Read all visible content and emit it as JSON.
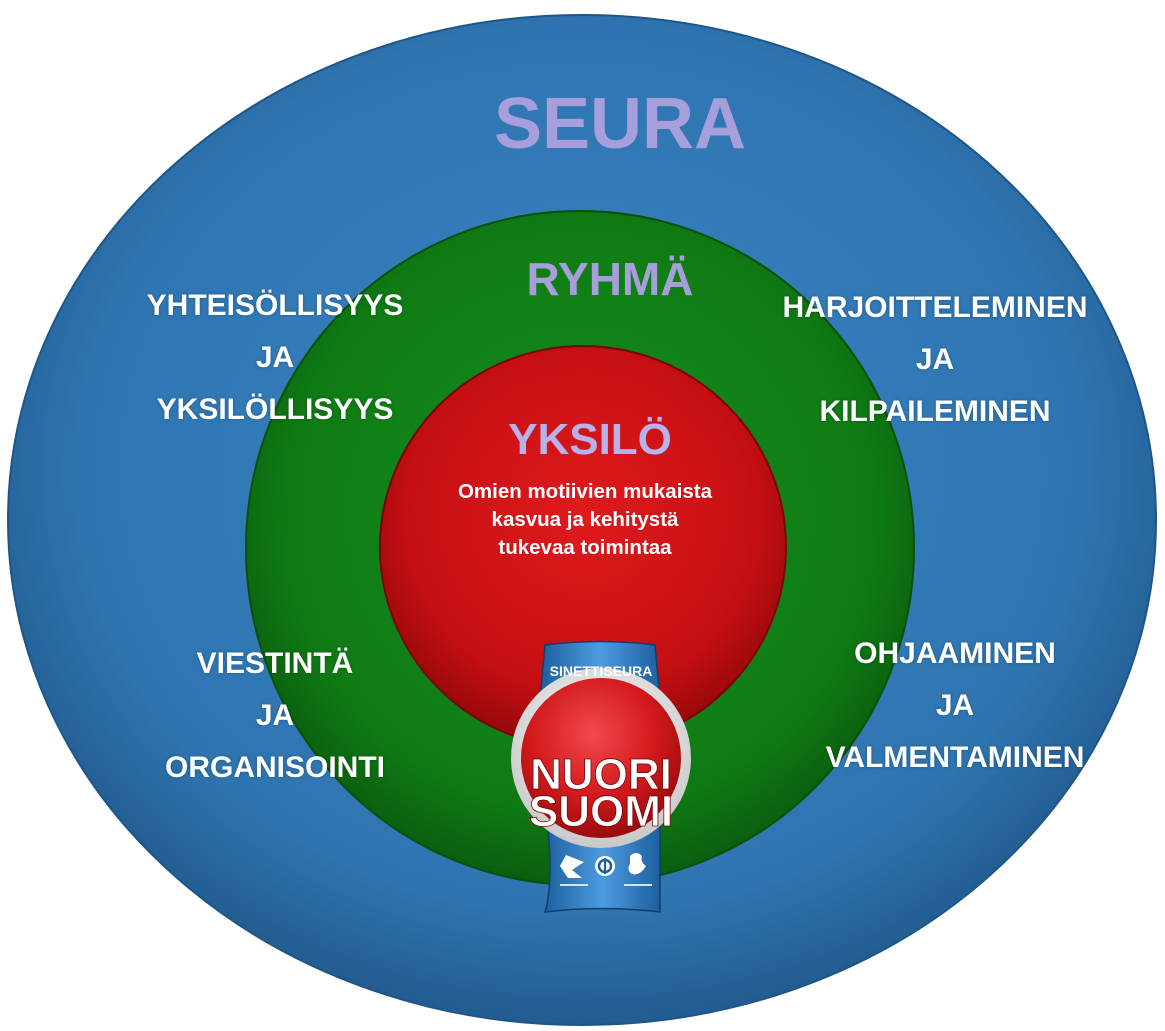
{
  "rings": {
    "outer": {
      "title": "SEURA",
      "color": "#2e74b0"
    },
    "middle": {
      "title": "RYHMÄ",
      "color": "#0f7a14"
    },
    "inner": {
      "title": "YKSILÖ",
      "color": "#c40f12",
      "description": [
        "Omien motiivien mukaista",
        "kasvua ja kehitystä",
        "tukevaa toimintaa"
      ]
    }
  },
  "aspects": {
    "top_left": [
      "YHTEISÖLLISYYS",
      "JA",
      "YKSILÖLLISYYS"
    ],
    "top_right": [
      "HARJOITTELEMINEN",
      "JA",
      "KILPAILEMINEN"
    ],
    "bottom_left": [
      "VIESTINTÄ",
      "JA",
      "ORGANISOINTI"
    ],
    "bottom_right": [
      "OHJAAMINEN",
      "JA",
      "VALMENTAMINEN"
    ]
  },
  "badge": {
    "ribbon_text": "SINETTISEURA",
    "seal_lines": [
      "NUORI",
      "SUOMI"
    ],
    "icons": [
      "runner-logo-icon",
      "olympic-circle-logo-icon",
      "rooster-logo-icon"
    ]
  }
}
